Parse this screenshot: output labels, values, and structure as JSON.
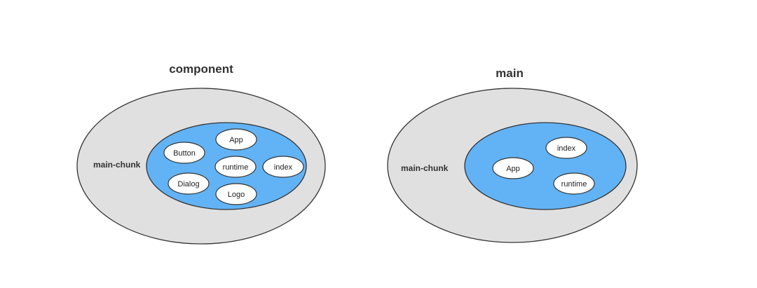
{
  "colors": {
    "outer_fill": "#e0e0e0",
    "inner_fill": "#62b3f5",
    "module_fill": "#ffffff",
    "stroke": "#333333",
    "text": "#333333"
  },
  "diagrams": [
    {
      "title": "component",
      "chunk_label": "main-chunk",
      "modules": [
        "App",
        "Button",
        "runtime",
        "index",
        "Dialog",
        "Logo"
      ]
    },
    {
      "title": "main",
      "chunk_label": "main-chunk",
      "modules": [
        "index",
        "App",
        "runtime"
      ]
    }
  ]
}
